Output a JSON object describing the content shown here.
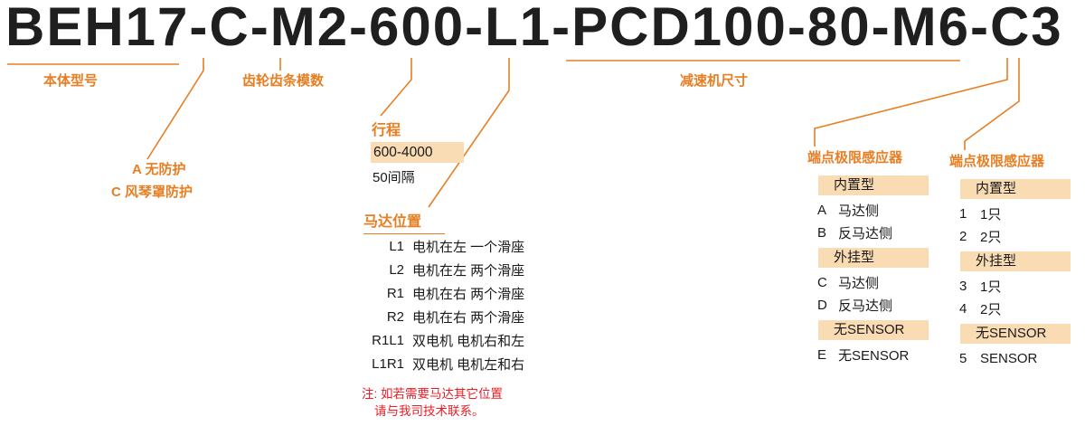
{
  "title": "BEH17-C-M2-600-L1-PCD100-80-M6-C3",
  "labels": {
    "body_model": "本体型号",
    "gear_module": "齿轮齿条模数",
    "reducer_size": "减速机尺寸",
    "protection_a": "A 无防护",
    "protection_c": "C 风琴罩防护"
  },
  "stroke": {
    "header": "行程",
    "range": "600-4000",
    "interval": "50间隔"
  },
  "motor_position": {
    "header": "马达位置",
    "items": [
      {
        "code": "L1",
        "desc": "电机在左 一个滑座"
      },
      {
        "code": "L2",
        "desc": "电机在左 两个滑座"
      },
      {
        "code": "R1",
        "desc": "电机在右 两个滑座"
      },
      {
        "code": "R2",
        "desc": "电机在右 两个滑座"
      },
      {
        "code": "R1L1",
        "desc": "双电机 电机右和左"
      },
      {
        "code": "L1R1",
        "desc": "双电机 电机左和右"
      }
    ],
    "note": [
      "注: 如若需要马达其它位置",
      "请与我司技术联系。"
    ]
  },
  "sensor_type": {
    "header": "端点极限感应器",
    "groups": [
      {
        "label": "内置型",
        "items": [
          {
            "code": "A",
            "desc": "马达侧"
          },
          {
            "code": "B",
            "desc": "反马达侧"
          }
        ]
      },
      {
        "label": "外挂型",
        "items": [
          {
            "code": "C",
            "desc": "马达侧"
          },
          {
            "code": "D",
            "desc": "反马达侧"
          }
        ]
      },
      {
        "label": "无SENSOR",
        "items": [
          {
            "code": "E",
            "desc": "无SENSOR"
          }
        ]
      }
    ]
  },
  "sensor_count": {
    "header": "端点极限感应器",
    "groups": [
      {
        "label": "内置型",
        "items": [
          {
            "code": "1",
            "desc": "1只"
          },
          {
            "code": "2",
            "desc": "2只"
          }
        ]
      },
      {
        "label": "外挂型",
        "items": [
          {
            "code": "3",
            "desc": "1只"
          },
          {
            "code": "4",
            "desc": "2只"
          }
        ]
      },
      {
        "label": "无SENSOR",
        "items": [
          {
            "code": "5",
            "desc": "SENSOR"
          }
        ]
      }
    ]
  },
  "colors": {
    "accent": "#e87e22",
    "highlight": "#fadcb4",
    "note_red": "#ed1c24",
    "title_color": "#1f1f1f"
  }
}
